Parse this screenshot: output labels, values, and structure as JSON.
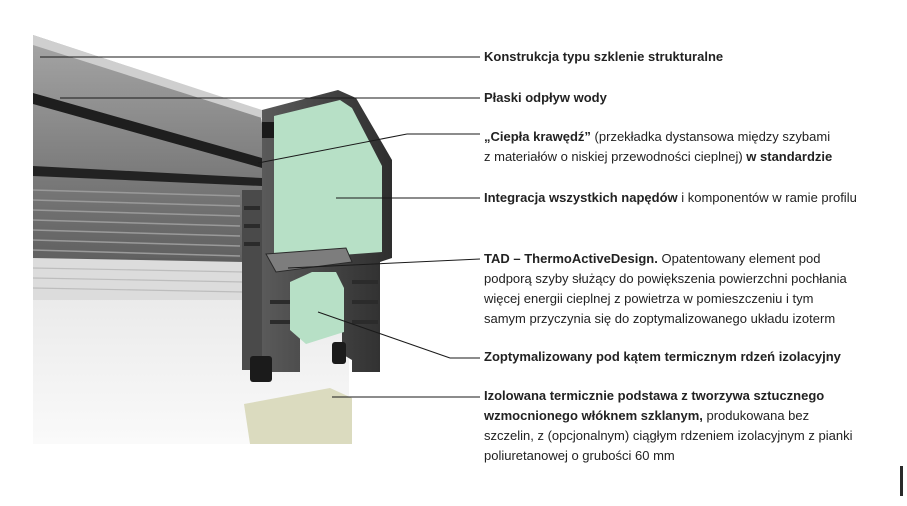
{
  "labels": {
    "l1": {
      "bold": "Konstrukcja typu szklenie strukturalne"
    },
    "l2": {
      "bold": "Płaski odpływ wody"
    },
    "l3": {
      "bold": "„Ciepła krawędź”",
      "text1": " (przekładka dystansowa między szybami",
      "text2": "z materiałów o niskiej przewodności cieplnej) ",
      "bold2": "w standardzie"
    },
    "l4": {
      "bold": "Integracja wszystkich napędów",
      "text": " i komponentów w ramie profilu"
    },
    "l5": {
      "bold": "TAD – ThermoActiveDesign.",
      "text1": " Opatentowany element pod",
      "text2": "podporą szyby służący do powiększenia powierzchni pochłania",
      "text3": "więcej energii cieplnej z powietrza w pomieszczeniu i tym",
      "text4": "samym przyczynia się do zoptymalizowanego układu izoterm"
    },
    "l6": {
      "bold": "Zoptymalizowany pod kątem termicznym rdzeń izolacyjny"
    },
    "l7": {
      "bold1": "Izolowana termicznie podstawa z tworzywa sztucznego",
      "bold2": "wzmocnionego włóknem szklanym,",
      "text1": " produkowana bez",
      "text2": "szczelin, z (opcjonalnym) ciągłym rdzeniem izolacyjnym z pianki",
      "text3": "poliuretanowej o grubości 60 mm"
    }
  },
  "colors": {
    "frame": "#3a3a3a",
    "frame_dark": "#222222",
    "glass": "#4a4a4a",
    "glass_light": "#8a8a8a",
    "insulation": "#b8dfc6",
    "base_insulation": "#dcdcc0",
    "white_panel": "#f0f0f0",
    "line": "#1a1a1a"
  }
}
